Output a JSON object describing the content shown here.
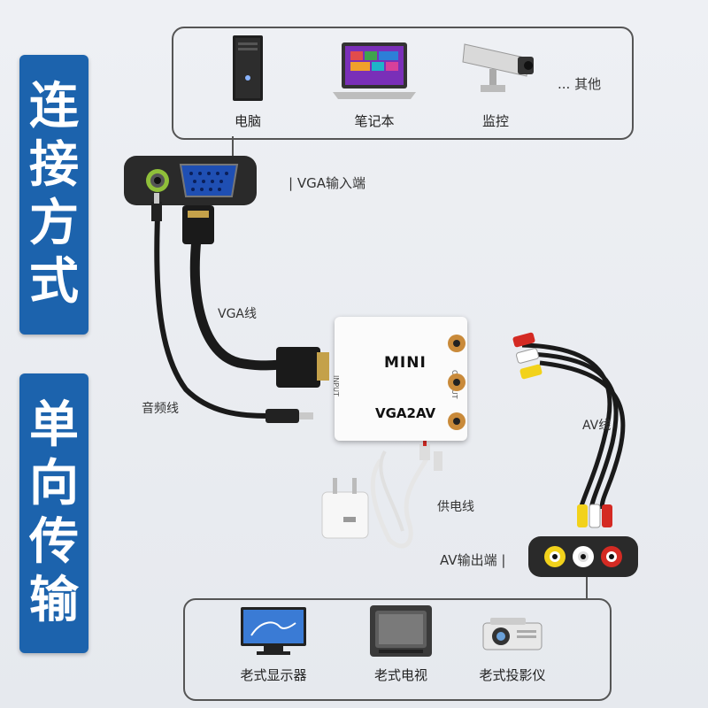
{
  "side_panels": {
    "top_chars": [
      "连",
      "接",
      "方",
      "式"
    ],
    "bottom_chars": [
      "单",
      "向",
      "传",
      "输"
    ]
  },
  "sources": {
    "devices": [
      {
        "label": "电脑",
        "icon": "desktop-pc-icon"
      },
      {
        "label": "笔记本",
        "icon": "laptop-icon"
      },
      {
        "label": "监控",
        "icon": "security-camera-icon"
      }
    ],
    "more_label": "... 其他"
  },
  "vga_input_label": "| VGA输入端",
  "cable_labels": {
    "vga": "VGA线",
    "audio": "音频线",
    "av": "AV线",
    "power": "供电线"
  },
  "converter": {
    "brand": "MINI",
    "model": "VGA2AV",
    "input_text": "INPUT",
    "output_text": "OUTPUT"
  },
  "av_output_label": "AV输出端 |",
  "targets": {
    "devices": [
      {
        "label": "老式显示器",
        "icon": "flat-monitor-icon"
      },
      {
        "label": "老式电视",
        "icon": "crt-tv-icon"
      },
      {
        "label": "老式投影仪",
        "icon": "projector-icon"
      }
    ]
  },
  "colors": {
    "panel_blue": "#1c63ad",
    "rca_yellow": "#f2d21b",
    "rca_white": "#ffffff",
    "rca_red": "#d42a23",
    "vga_blue": "#1f4fb3"
  }
}
